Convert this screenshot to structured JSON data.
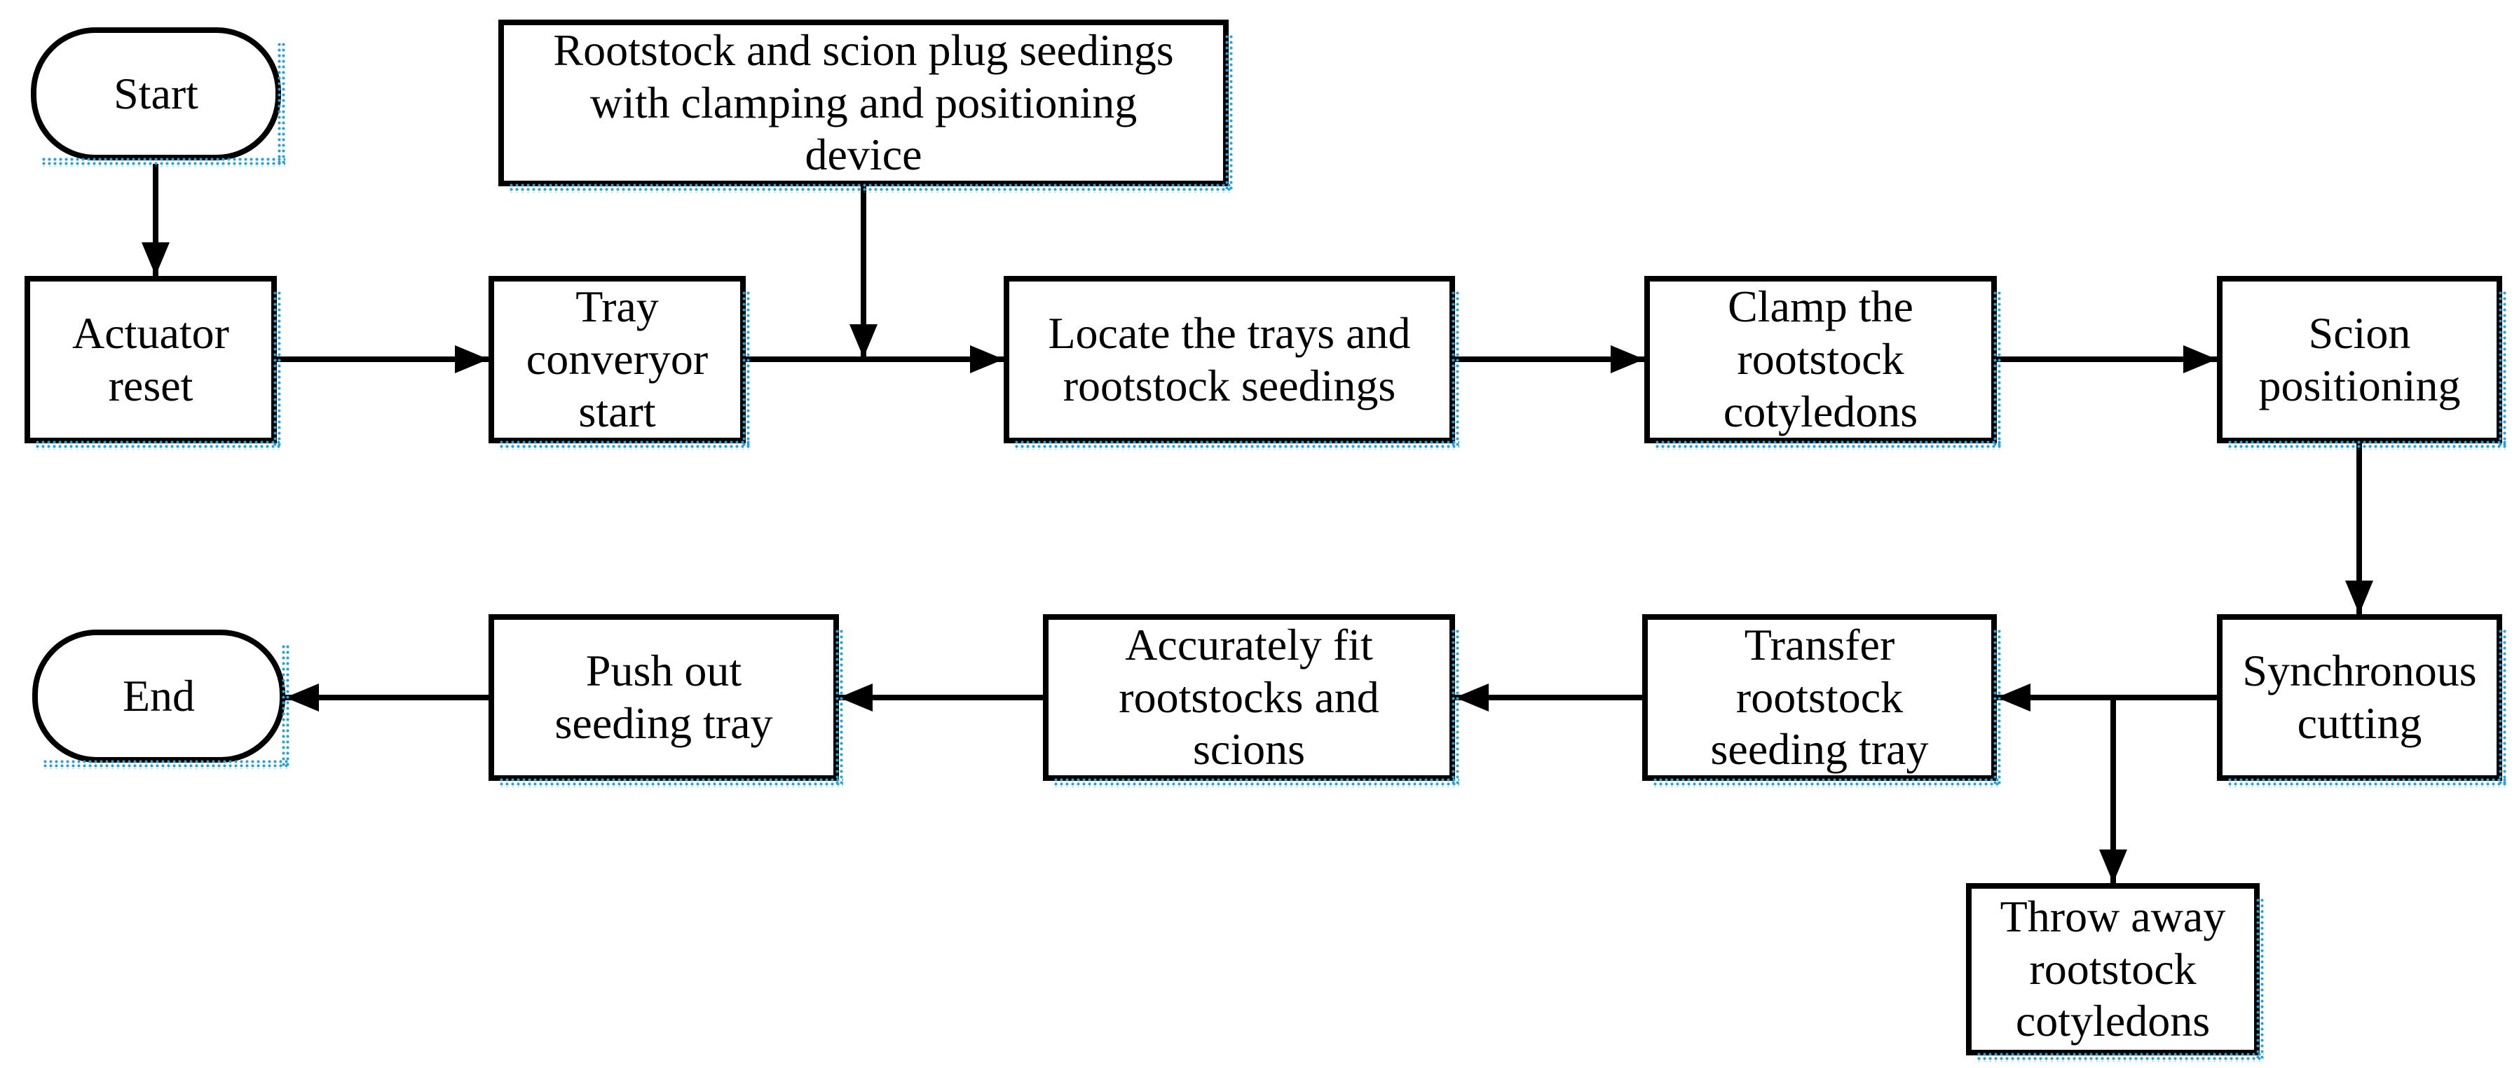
{
  "diagram": {
    "type": "flowchart",
    "background_color": "#ffffff",
    "line_color": "#000000",
    "shadow_dot_color": "#2a9fd8",
    "nodes": {
      "start": {
        "label": "Start",
        "shape": "terminator"
      },
      "plug": {
        "label": "Rootstock and scion plug seedings with clamping and positioning device",
        "shape": "process"
      },
      "actuator": {
        "label": "Actuator reset",
        "shape": "process"
      },
      "tray": {
        "label": "Tray converyor start",
        "shape": "process"
      },
      "locate": {
        "label": "Locate the trays and rootstock seedings",
        "shape": "process"
      },
      "clamp": {
        "label": "Clamp the rootstock cotyledons",
        "shape": "process"
      },
      "scion": {
        "label": "Scion positioning",
        "shape": "process"
      },
      "sync": {
        "label": "Synchronous cutting",
        "shape": "process"
      },
      "transfer": {
        "label": "Transfer rootstock seeding tray",
        "shape": "process"
      },
      "throw": {
        "label": "Throw away rootstock cotyledons",
        "shape": "process"
      },
      "fit": {
        "label": "Accurately fit rootstocks and scions",
        "shape": "process"
      },
      "push": {
        "label": "Push out seeding tray",
        "shape": "process"
      },
      "end": {
        "label": "End",
        "shape": "terminator"
      }
    },
    "edges": [
      {
        "from": "start",
        "to": "actuator"
      },
      {
        "from": "actuator",
        "to": "tray"
      },
      {
        "from": "tray",
        "to": "locate"
      },
      {
        "from": "plug",
        "to": "locate"
      },
      {
        "from": "locate",
        "to": "clamp"
      },
      {
        "from": "clamp",
        "to": "scion"
      },
      {
        "from": "scion",
        "to": "sync"
      },
      {
        "from": "sync",
        "to": "transfer"
      },
      {
        "from": "sync",
        "to": "throw"
      },
      {
        "from": "transfer",
        "to": "fit"
      },
      {
        "from": "fit",
        "to": "push"
      },
      {
        "from": "push",
        "to": "end"
      }
    ]
  }
}
